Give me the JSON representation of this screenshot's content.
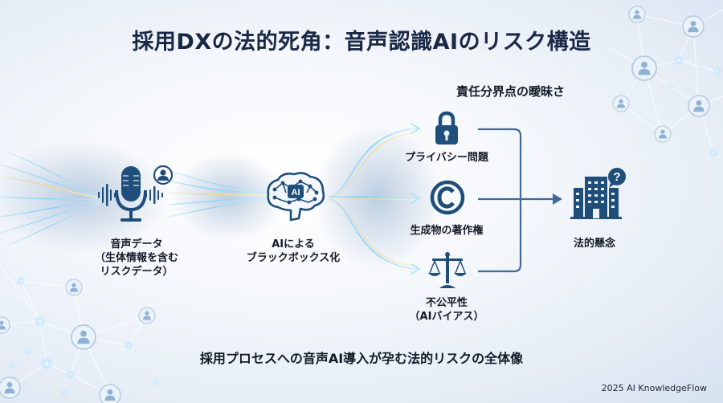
{
  "title": "採用DXの法的死角：音声認識AIのリスク構造",
  "subtitle": "採用プロセスへの音声AI導入が孕む法的リスクの全体像",
  "credit": "2025 AI KnowledgeFlow",
  "colors": {
    "primary": "#1f4e7a",
    "dark_navy": "#1a2745",
    "connector": "#3e6a95",
    "flow_blue": "#5cc4f0",
    "flow_gold": "#e8c77a"
  },
  "nodes": {
    "voice_data": {
      "icon": "microphone-with-person-icon",
      "label_lines": [
        "音声データ",
        "（生体情報を含む",
        "リスクデータ）"
      ]
    },
    "ai_blackbox": {
      "icon": "ai-brain-icon",
      "icon_text": "AI",
      "label_lines": [
        "AIによる",
        "ブラックボックス化"
      ]
    },
    "privacy": {
      "icon": "padlock-icon",
      "label": "プライバシー問題"
    },
    "copyright": {
      "icon": "copyright-icon",
      "label": "生成物の著作権"
    },
    "bias": {
      "icon": "scales-icon",
      "label_lines": [
        "不公平性",
        "（AIバイアス）"
      ]
    },
    "legal_concern": {
      "icon": "building-question-icon",
      "label": "法的懸念"
    }
  },
  "bracket_label": "責任分界点の曖昧さ",
  "network_icon": "person-node-icon"
}
